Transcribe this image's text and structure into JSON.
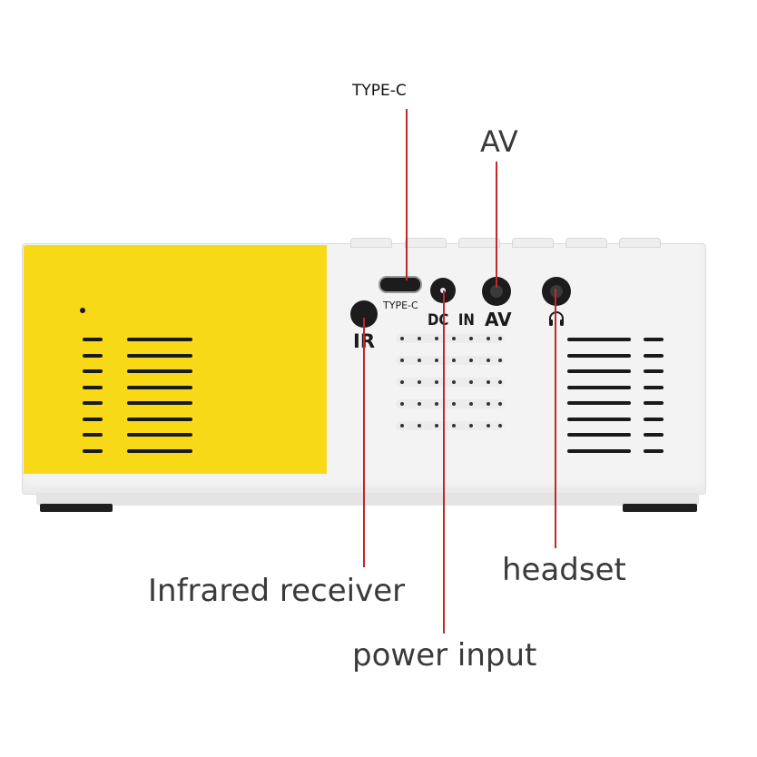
{
  "callouts": {
    "typec": "TYPE-C",
    "av": "AV",
    "infrared": "Infrared receiver",
    "power": "power input",
    "headset": "headset"
  },
  "device": {
    "port_labels": {
      "typec": "TYPE-C",
      "dc_in": "DC  IN",
      "av": "AV",
      "ir": "IR"
    },
    "colors": {
      "yellow_panel": "#f7d917",
      "body": "#f4f4f4",
      "callout_line": "#c0282a"
    }
  }
}
